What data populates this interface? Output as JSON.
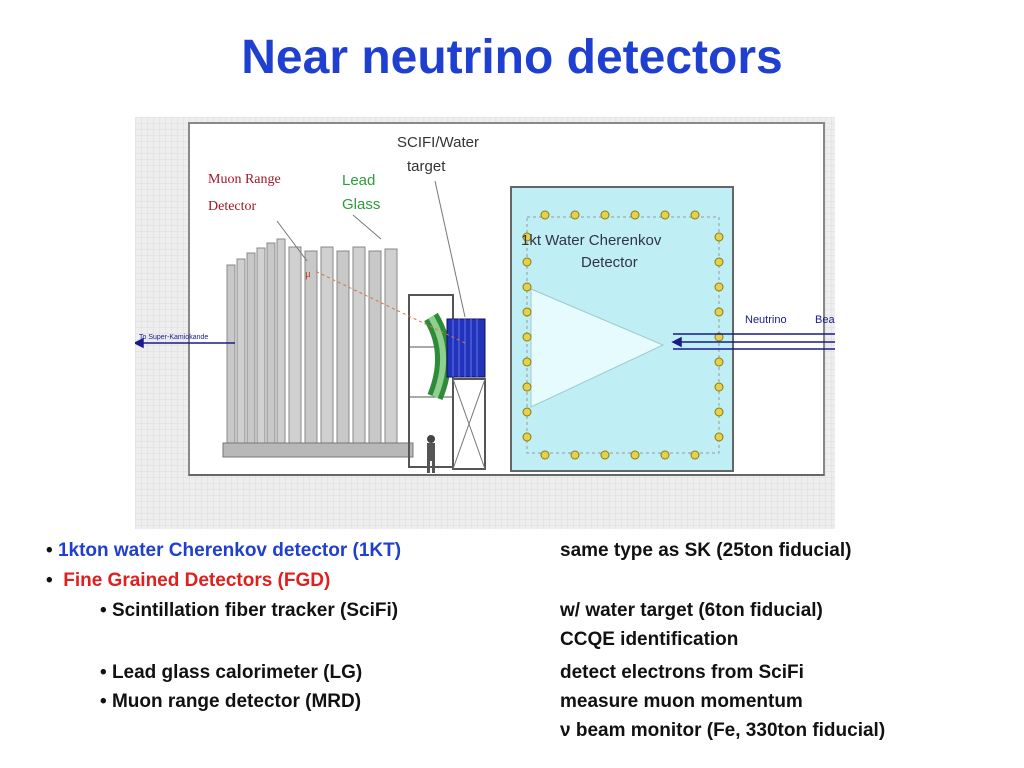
{
  "title": "Near neutrino detectors",
  "figure": {
    "label_mrd": [
      "Muon Range",
      "Detector"
    ],
    "label_lead": [
      "Lead",
      "Glass"
    ],
    "label_scifi": [
      "SCIFI/Water",
      "target"
    ],
    "label_1kt": [
      "1kt Water Cherenkov",
      "Detector"
    ],
    "label_beam": [
      "Neutrino",
      "Beam"
    ],
    "label_sk": "To Super-Kamiokande",
    "label_mu": "μ"
  },
  "bullets": {
    "b1_label": "1kton water Cherenkov detector (1KT)",
    "b1_desc": "same type as SK (25ton fiducial)",
    "b2_label": "Fine Grained Detectors (FGD)",
    "b3_label": "Scintillation fiber tracker (SciFi)",
    "b3_desc1": "w/ water target (6ton fiducial)",
    "b3_desc2": "CCQE identification",
    "b4_label": "Lead glass calorimeter (LG)",
    "b4_desc": "detect electrons from SciFi",
    "b5_label": "Muon range detector (MRD)",
    "b5_desc": "measure muon momentum",
    "b6_desc": "ν beam monitor (Fe, 330ton fiducial)"
  },
  "colors": {
    "title": "#1f3fd0",
    "fgd": "#e0201e",
    "label_mrd": "#a0182a",
    "water": "#bfeff5"
  }
}
